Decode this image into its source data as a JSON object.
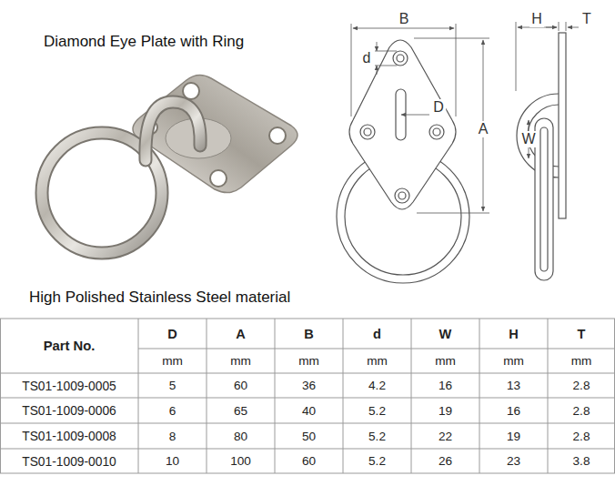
{
  "diagram": {
    "title": "Diamond Eye Plate with Ring",
    "labels": [
      "High Polished Stainless Steel material",
      "B",
      "d",
      "D",
      "A",
      "H",
      "T",
      "W",
      "Part No.",
      "D",
      "A",
      "B",
      "d",
      "W",
      "H",
      "T",
      "mm",
      "mm",
      "mm",
      "mm",
      "mm",
      "mm",
      "mm",
      "TS01-1009-0005",
      "5",
      "60",
      "36",
      "4.2",
      "16",
      "13",
      "2.8",
      "TS01-1009-0006",
      "6",
      "65",
      "40",
      "5.2",
      "19",
      "16",
      "2.8",
      "TS01-1009-0008",
      "8",
      "80",
      "50",
      "5.2",
      "22",
      "19",
      "2.8",
      "TS01-1009-0010",
      "10",
      "100",
      "60",
      "5.2",
      "26",
      "23",
      "3.8"
    ]
  }
}
